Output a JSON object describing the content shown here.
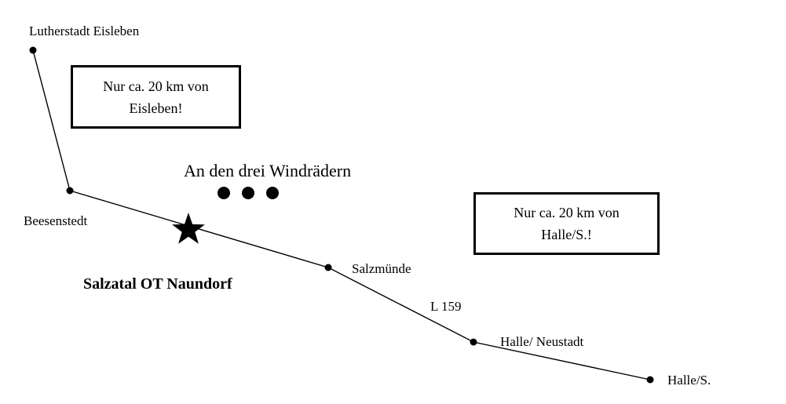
{
  "towns": {
    "eisleben": "Lutherstadt Eisleben",
    "beesenstedt": "Beesenstedt",
    "salzmuende": "Salzmünde",
    "halle_neustadt": "Halle/ Neustadt",
    "halle": "Halle/S."
  },
  "road_label": "L 159",
  "destination": {
    "name": "Salzatal OT Naundorf",
    "marker_icon": "star-icon"
  },
  "landmark": {
    "label": "An den drei Windrädern",
    "windmill_count": 3
  },
  "info_boxes": [
    {
      "line1": "Nur ca. 20 km von",
      "line2": "Eisleben!"
    },
    {
      "line1": "Nur ca. 20 km von",
      "line2": "Halle/S.!"
    }
  ],
  "colors": {
    "ink": "#000000",
    "background": "#ffffff"
  }
}
